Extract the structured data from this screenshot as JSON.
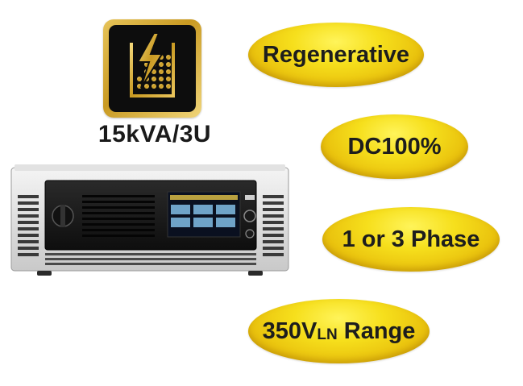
{
  "icon": {
    "name": "regenerative-power-icon"
  },
  "rating": {
    "text": "15kVA/3U"
  },
  "device": {
    "name": "regenerative-ac-source-front-panel"
  },
  "features": {
    "regenerative": "Regenerative",
    "dc": "DC100%",
    "phase": "1 or 3 Phase",
    "range_value": "350V",
    "range_subscript": "LN",
    "range_word": " Range"
  },
  "colors": {
    "pill_yellow": "#f6df1c",
    "tile_gold": "#d4a52e",
    "tile_black": "#0d0d0d"
  }
}
